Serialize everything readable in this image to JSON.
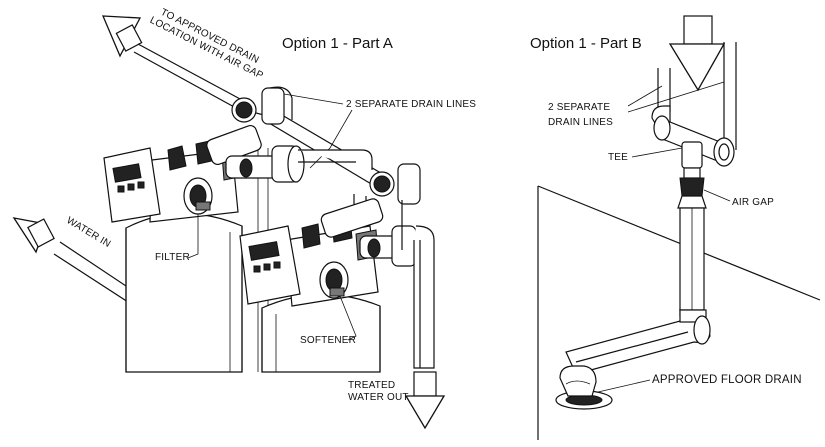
{
  "part_a": {
    "title": "Option 1 - Part A",
    "labels": {
      "drain_line_1": "TO APPROVED DRAIN",
      "drain_line_2": "LOCATION WITH AIR GAP",
      "separate_lines": "2 SEPARATE DRAIN LINES",
      "water_in": "WATER IN",
      "filter": "FILTER",
      "softener": "SOFTENER",
      "treated_1": "TREATED",
      "treated_2": "WATER OUT"
    }
  },
  "part_b": {
    "title": "Option 1 - Part B",
    "labels": {
      "separate_1": "2 SEPARATE",
      "separate_2": "DRAIN LINES",
      "tee": "TEE",
      "air_gap": "AIR GAP",
      "floor_drain": "APPROVED FLOOR DRAIN"
    }
  }
}
